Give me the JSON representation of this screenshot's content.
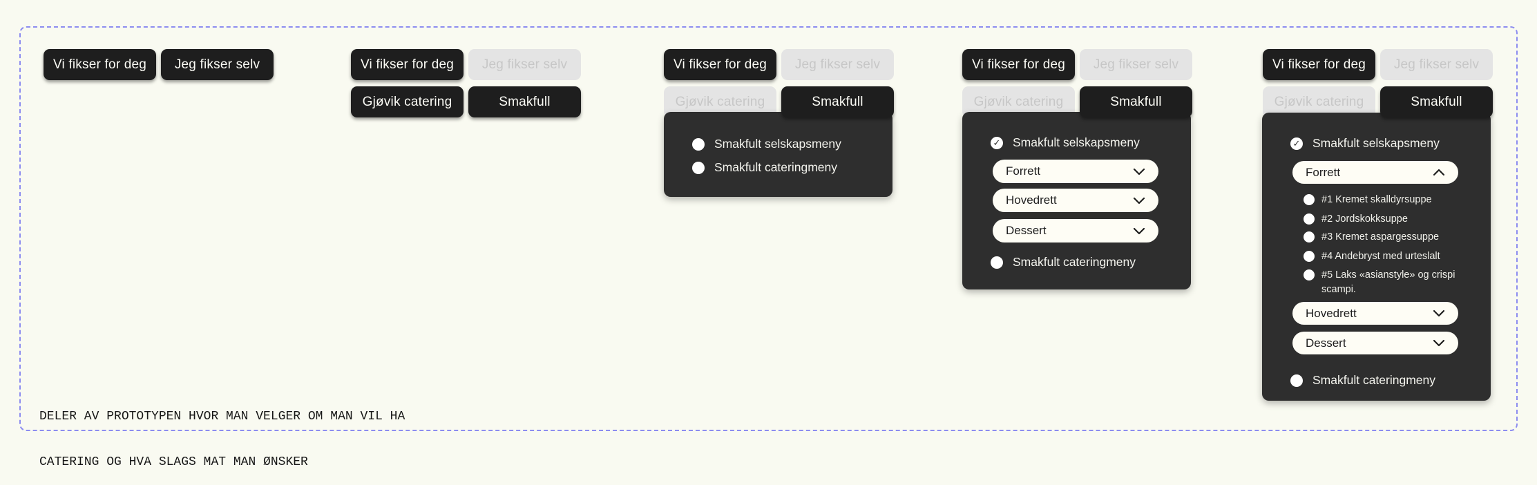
{
  "colors": {
    "background": "#f9faf1",
    "frame_dashed_border": "#8c8cf0",
    "button_dark_bg": "#1e1e1e",
    "button_dark_text": "#fbfbf5",
    "button_disabled_bg": "#e4e4e4",
    "button_disabled_text": "#c7c7c7",
    "panel_bg": "#2e2e2e",
    "panel_text": "#f3f3ed",
    "select_bg": "#fefdf5",
    "select_text": "#1e1e1e"
  },
  "icons": {
    "checked_radio_glyph": "✓",
    "chevron_down": "chevron-down-icon",
    "chevron_up": "chevron-up-icon"
  },
  "buttons": {
    "vi_fikser": "Vi fikser for deg",
    "jeg_fikser": "Jeg fikser selv",
    "gjovik_catering": "Gjøvik catering",
    "smakfull": "Smakfull"
  },
  "menu": {
    "selskapsmeny": "Smakfult selskapsmeny",
    "cateringmeny": "Smakfult cateringmeny",
    "forrett": "Forrett",
    "hovedrett": "Hovedrett",
    "dessert": "Dessert",
    "forrett_options": [
      "#1 Kremet skalldyrsuppe",
      "#2 Jordskokksuppe",
      "#3 Kremet aspargessuppe",
      "#4 Andebryst med urteslalt",
      "#5 Laks «asianstyle» og crispi scampi."
    ]
  },
  "caption": {
    "line1": "DELER AV PROTOTYPEN HVOR MAN VELGER OM MAN VIL HA",
    "line2": "CATERING OG HVA SLAGS MAT MAN ØNSKER"
  }
}
